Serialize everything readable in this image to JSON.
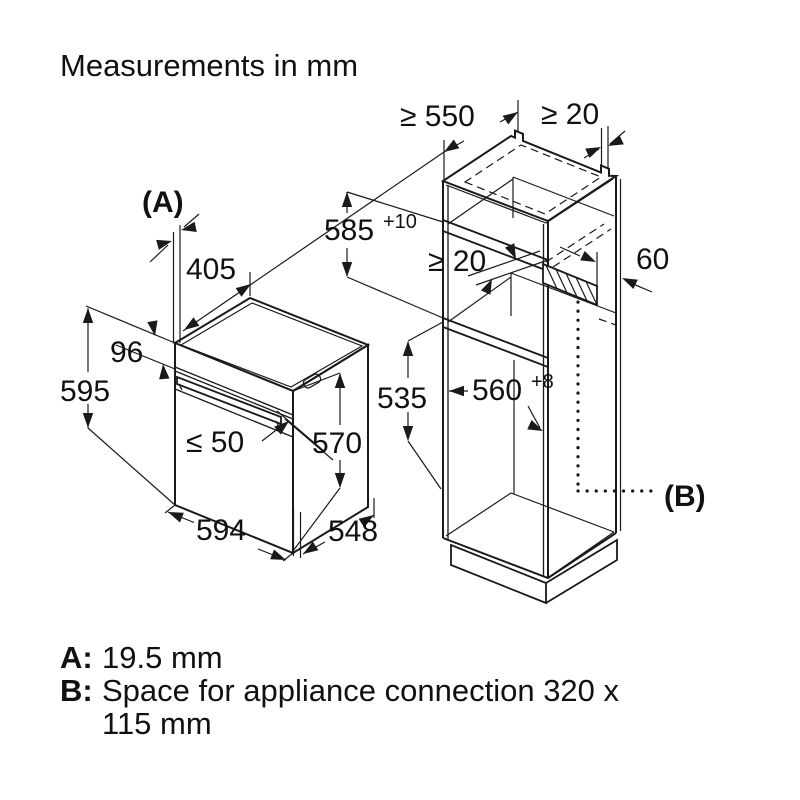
{
  "title": "Measurements in mm",
  "diagram": {
    "oven": {
      "label_a": "(A)",
      "depth_top": "405",
      "panel_height": "96",
      "height": "595",
      "handle_clearance": "≤ 50",
      "front_height": "570",
      "width": "594",
      "body_depth": "548"
    },
    "cabinet": {
      "min_depth": "≥ 550",
      "rear_gap_top": "≥ 20",
      "niche_height": "585",
      "niche_height_tol": "+10",
      "rear_vent_gap": "≥ 20",
      "vent_width": "60",
      "lower_niche_height": "535",
      "niche_width": "560",
      "niche_width_tol": "+8",
      "label_b": "(B)"
    }
  },
  "legend": {
    "a_key": "A:",
    "a_value": "19.5 mm",
    "b_key": "B:",
    "b_value_line1": "Space for appliance connection 320 x",
    "b_value_line2": "115 mm"
  }
}
